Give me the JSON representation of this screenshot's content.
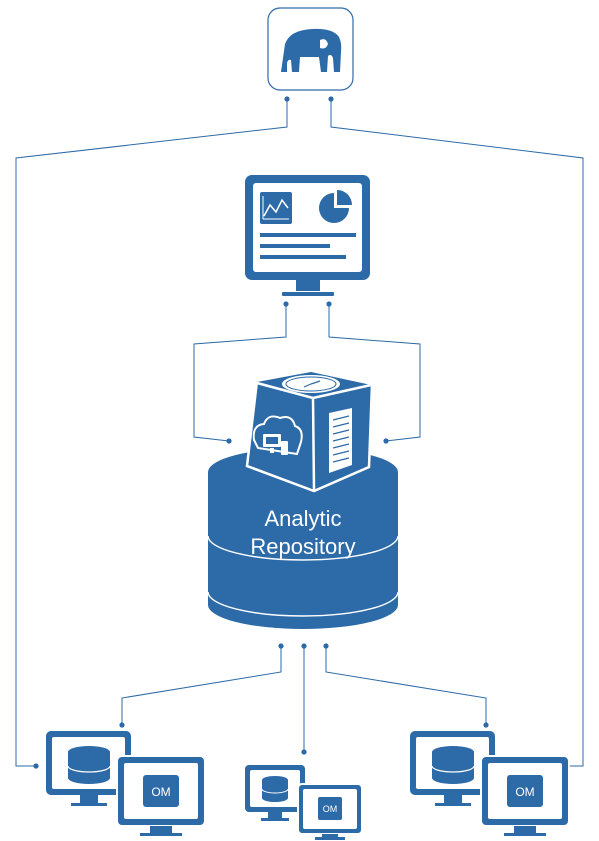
{
  "repository": {
    "line1": "Analytic",
    "line2": "Repository"
  },
  "clients": [
    {
      "badge": "OM"
    },
    {
      "badge": "OM"
    },
    {
      "badge": "OM"
    }
  ],
  "colors": {
    "primary": "#2d6aa8",
    "connector": "#2d6aa8",
    "background": "#ffffff"
  },
  "icons": {
    "top": "elephant-icon",
    "dashboard": "dashboard-monitor-icon",
    "cube": "analytics-cube-icon",
    "repository": "database-cylinder-icon",
    "client_db": "database-monitor-icon",
    "client_om": "om-monitor-icon"
  }
}
